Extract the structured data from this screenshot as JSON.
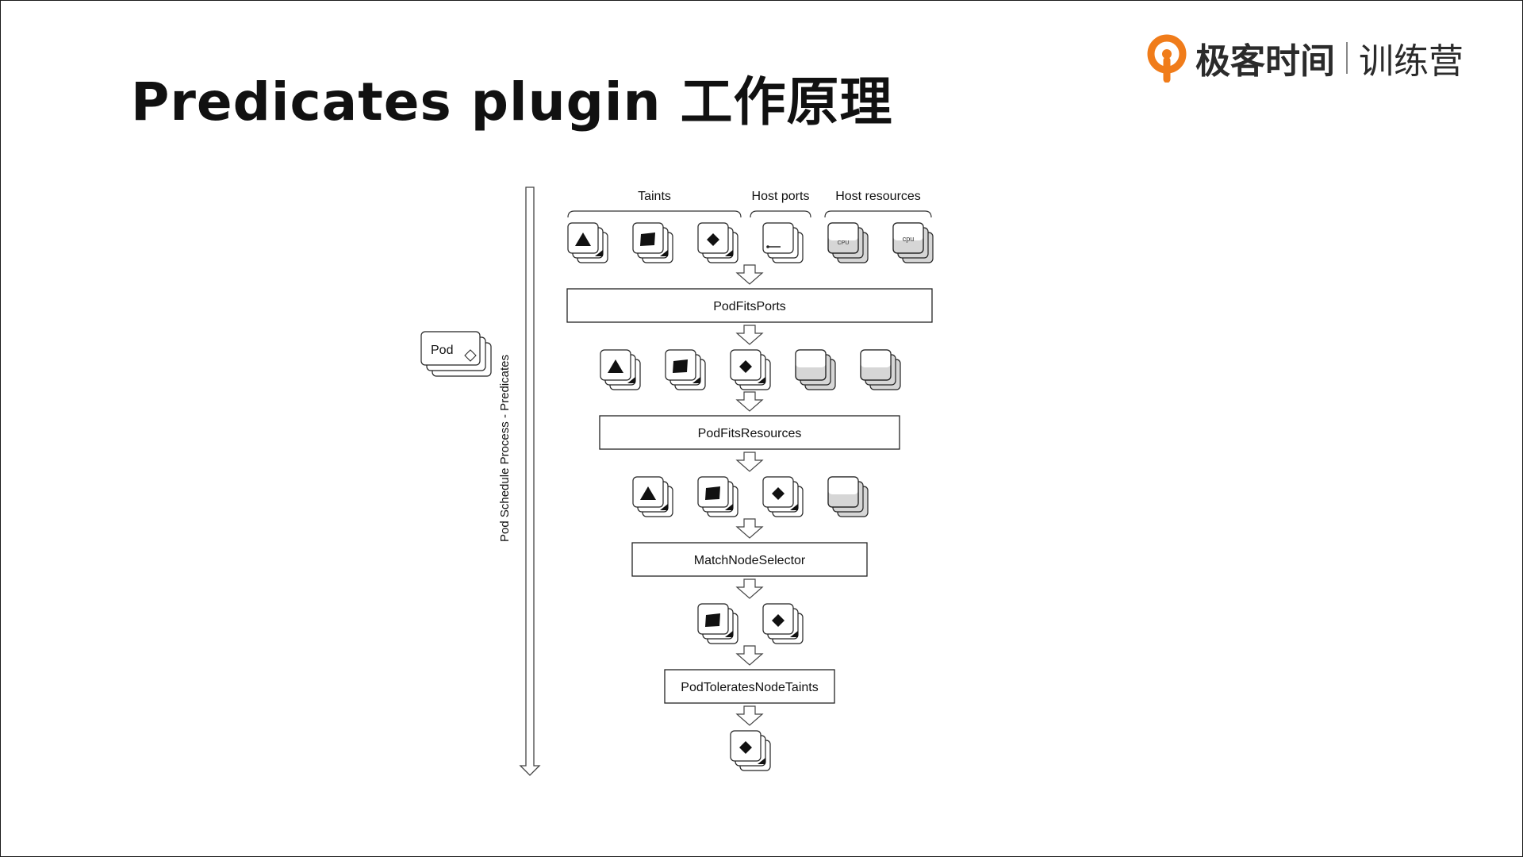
{
  "slide": {
    "title": "Predicates plugin 工作原理",
    "logo_text": "极客时间",
    "logo_sub": "训练营",
    "accent_color": "#f07c1a"
  },
  "diagram": {
    "side_label": "Pod Schedule Process - Predicates",
    "pod_label": "Pod",
    "groups": [
      "Taints",
      "Host ports",
      "Host resources"
    ],
    "stages": [
      "PodFitsPorts",
      "PodFitsResources",
      "MatchNodeSelector",
      "PodToleratesNodeTaints"
    ],
    "node_rows": [
      [
        "triangle",
        "square",
        "diamond",
        "ports",
        "cpu-small",
        "cpu"
      ],
      [
        "triangle",
        "square",
        "diamond",
        "gray",
        "gray"
      ],
      [
        "triangle",
        "square",
        "diamond",
        "gray"
      ],
      [
        "square",
        "diamond"
      ],
      [
        "diamond"
      ]
    ],
    "cpu_label_small": "CPU",
    "cpu_label": "cpu"
  }
}
